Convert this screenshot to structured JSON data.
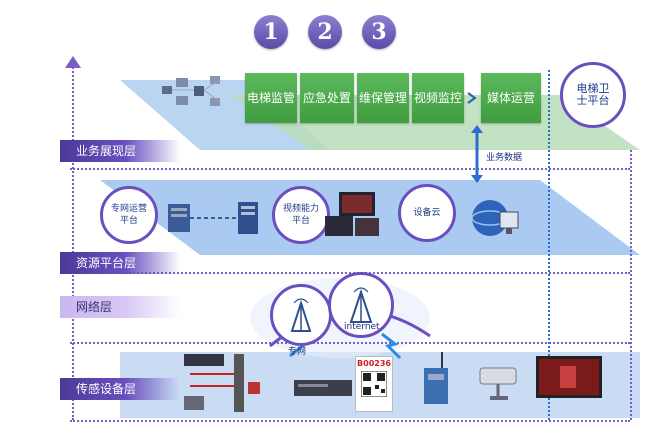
{
  "badges": [
    "1",
    "2",
    "3"
  ],
  "modules": [
    "电梯监管",
    "应急处置",
    "维保管理",
    "视频监控",
    "媒体运营"
  ],
  "satellite_platform": "电梯卫士平台",
  "business_data": "业务数据",
  "layers": {
    "presentation": "业务展现层",
    "resource": "资源平台层",
    "network": "网络层",
    "sensing": "传感设备层"
  },
  "resource_circles": {
    "private_net_ops": "专网运营平台",
    "video_capability": "视频能力平台",
    "device_cloud": "设备云"
  },
  "network_labels": {
    "private_net": "专网",
    "internet": "internet"
  },
  "device_tag": "B00236",
  "colors": {
    "purple": "#6a4fbf",
    "green": "#4caf50",
    "blue_plane": "#9fc4ef"
  }
}
